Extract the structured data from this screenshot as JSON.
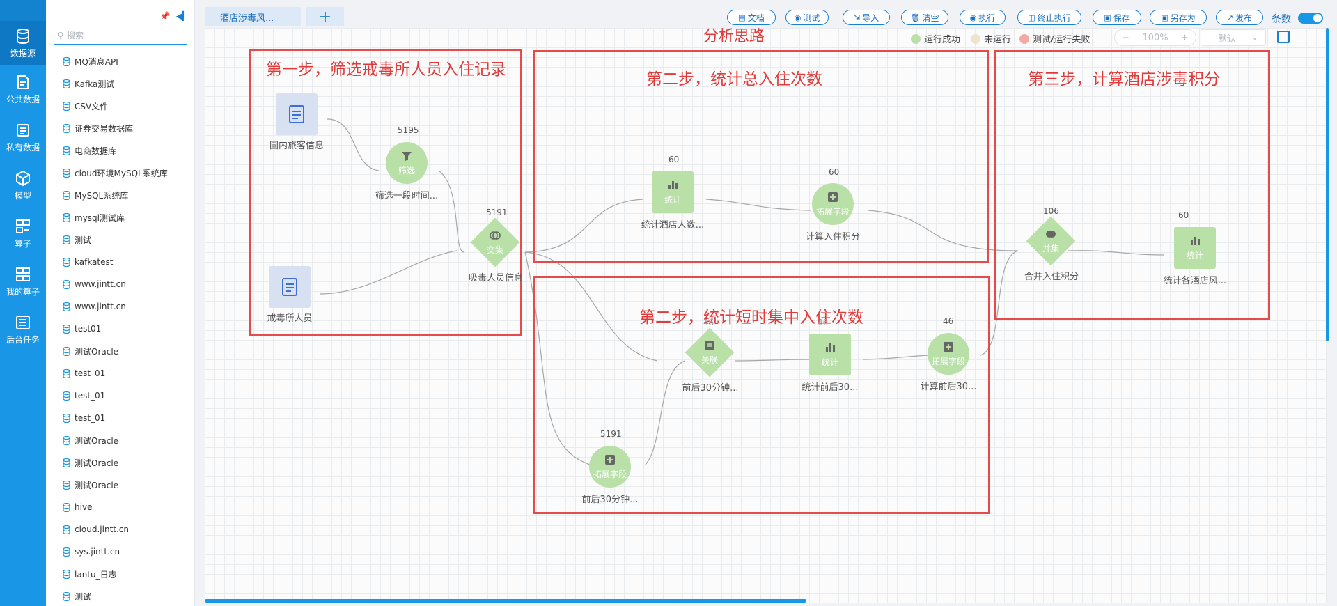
{
  "rail": {
    "items": [
      {
        "label": "数据源"
      },
      {
        "label": "公共数据"
      },
      {
        "label": "私有数据"
      },
      {
        "label": "模型"
      },
      {
        "label": "算子"
      },
      {
        "label": "我的算子"
      },
      {
        "label": "后台任务"
      }
    ]
  },
  "panel": {
    "search_placeholder": "搜索",
    "items": [
      "MQ消息API",
      "Kafka测试",
      "CSV文件",
      "证券交易数据库",
      "电商数据库",
      "cloud环境MySQL系统库",
      "MySQL系统库",
      "mysql测试库",
      "测试",
      "kafkatest",
      "www.jintt.cn",
      "www.jintt.cn",
      "test01",
      "测试Oracle",
      "test_01",
      "test_01",
      "test_01",
      "测试Oracle",
      "测试Oracle",
      "测试Oracle",
      "hive",
      "cloud.jintt.cn",
      "sys.jintt.cn",
      "lantu_日志",
      "测试"
    ]
  },
  "tabs": {
    "main_label": "酒店涉毒风...",
    "add_label": "+"
  },
  "toolbar": {
    "docs": "文档",
    "test": "测试",
    "import": "导入",
    "clear": "清空",
    "run": "执行",
    "stop": "终止执行",
    "save": "保存",
    "save_as": "另存为",
    "publish": "发布",
    "count_label": "条数"
  },
  "canvas": {
    "title": "分析思路",
    "legend": {
      "success": "运行成功",
      "not_run": "未运行",
      "failed": "测试/运行失败"
    },
    "zoom": {
      "minus": "−",
      "value": "100%",
      "plus": "+"
    },
    "default_view": "默认",
    "colors": {
      "success": "#b8e0a7",
      "not_run": "#ede3cf",
      "failed": "#f4aaa4",
      "annotation": "#e54b4b",
      "accent": "#1996e5"
    },
    "annotations": {
      "step1": "第一步，筛选戒毒所人员入住记录",
      "step2a": "第二步，统计总入住次数",
      "step2b": "第二步，统计短时集中入住次数",
      "step3": "第三步，计算酒店涉毒积分"
    },
    "nodes": {
      "n1": {
        "label": "国内旅客信息"
      },
      "n2": {
        "label": "戒毒所人员"
      },
      "n3": {
        "count": "5195",
        "inner": "筛选",
        "label": "筛选一段时间..."
      },
      "n4": {
        "count": "5191",
        "inner": "交集",
        "label": "吸毒人员信息"
      },
      "n5": {
        "count": "60",
        "inner": "统计",
        "label": "统计酒店人数..."
      },
      "n6": {
        "count": "60",
        "inner": "拓展字段",
        "label": "计算入住积分"
      },
      "n7": {
        "count": "46",
        "inner": "关联",
        "label": "前后30分钟..."
      },
      "n8": {
        "count": "46",
        "inner": "统计",
        "label": "统计前后30..."
      },
      "n9": {
        "count": "46",
        "inner": "拓展字段",
        "label": "计算前后30..."
      },
      "n10": {
        "count": "5191",
        "inner": "拓展字段",
        "label": "前后30分钟..."
      },
      "n11": {
        "count": "106",
        "inner": "并集",
        "label": "合并入住积分"
      },
      "n12": {
        "count": "60",
        "inner": "统计",
        "label": "统计各酒店风..."
      }
    }
  }
}
